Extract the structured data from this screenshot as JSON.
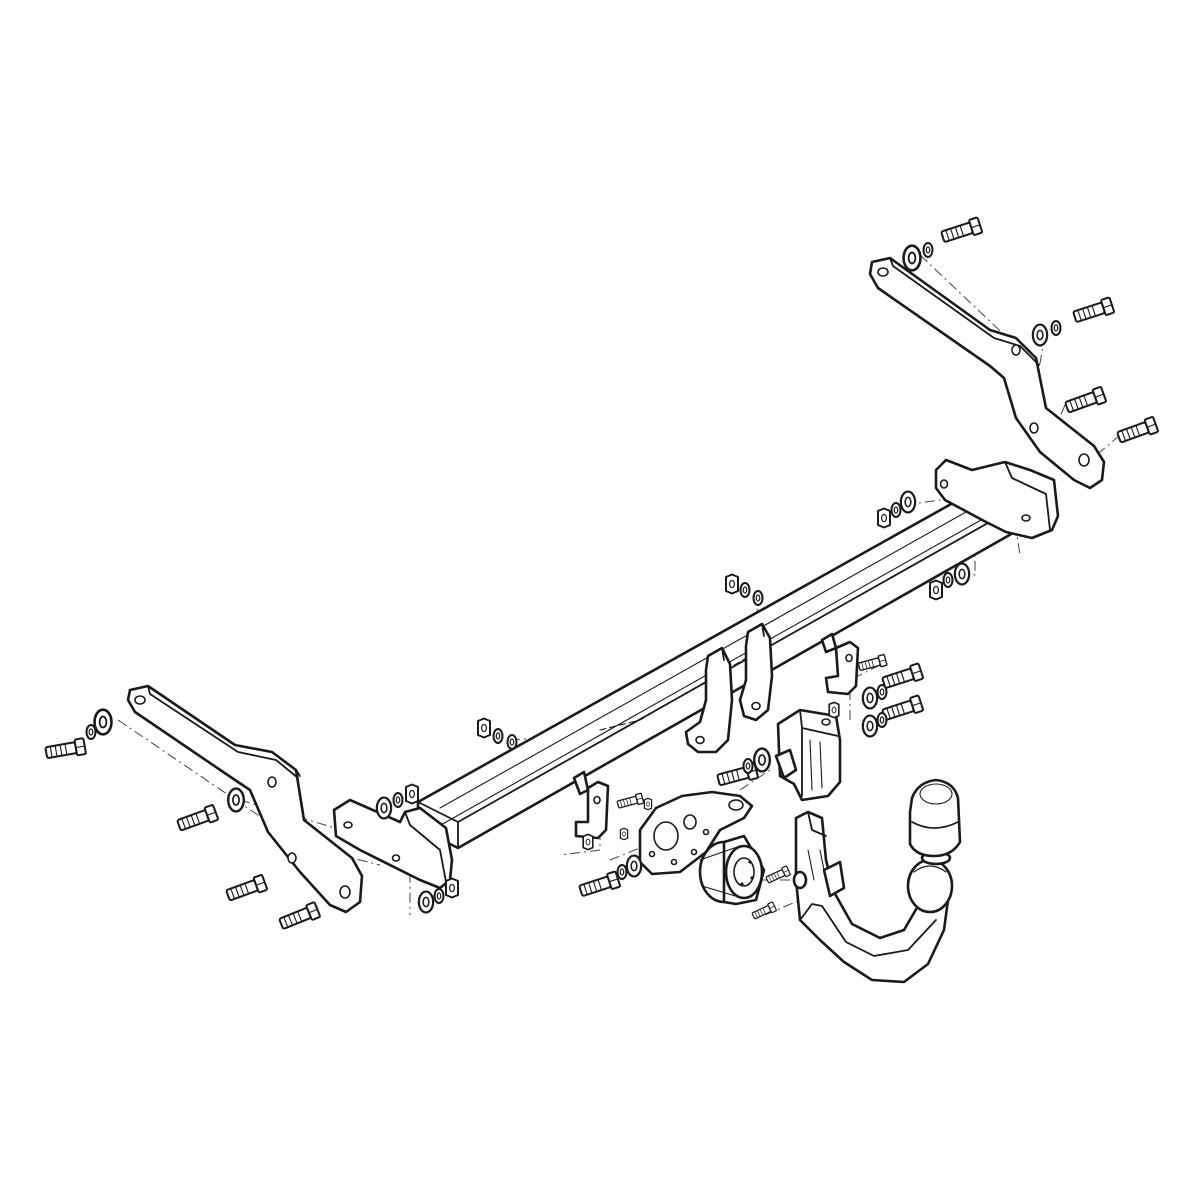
{
  "drawing": {
    "kind": "exploded-view",
    "line_color": "#1a1a1a",
    "background": "#ffffff"
  },
  "parts": [
    "crossbar-tube",
    "left-side-bracket",
    "right-side-bracket",
    "left-end-plate",
    "right-end-plate",
    "center-mount-plates",
    "receiver-socket-box",
    "socket-plate",
    "electrical-socket",
    "detachable-towball-neck",
    "towball-protective-cap",
    "bolts",
    "washers",
    "nuts"
  ]
}
